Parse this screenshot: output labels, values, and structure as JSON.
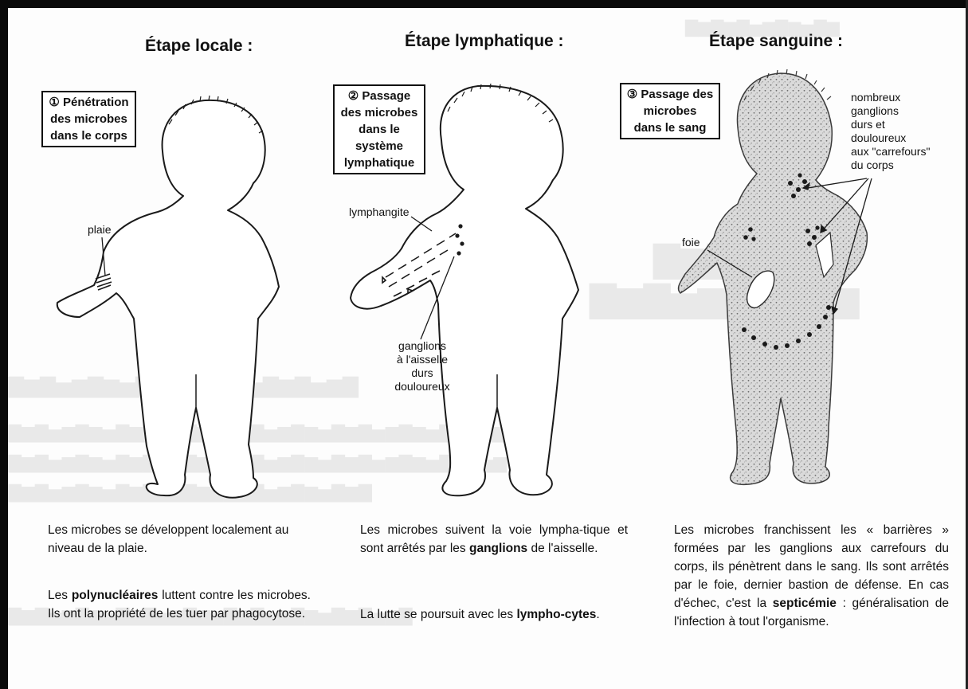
{
  "stages": [
    {
      "title": "Étape locale :",
      "box_lines": [
        "① Pénétration",
        "des microbes",
        "dans le corps"
      ],
      "labels": {
        "wound": "plaie"
      },
      "desc_1": "Les microbes se développent localement au niveau de la plaie.",
      "desc_2": {
        "a": "Les ",
        "b": "polynucléaires",
        "c": " luttent contre les microbes. Ils ont la propriété de les tuer par phagocytose."
      }
    },
    {
      "title": "Étape lymphatique :",
      "box_lines": [
        "② Passage",
        "des microbes",
        "dans le système",
        "lymphatique"
      ],
      "labels": {
        "vessel": "lymphangite",
        "nodes": [
          "ganglions",
          "à l'aisselle",
          "durs",
          "douloureux"
        ]
      },
      "desc_1": {
        "a": "Les microbes suivent la voie lympha-tique et sont arrêtés par les ",
        "b": "ganglions",
        "c": " de l'aisselle."
      },
      "desc_2": {
        "a": "La lutte se poursuit avec les ",
        "b": "lympho-cytes",
        "c": "."
      }
    },
    {
      "title": "Étape sanguine :",
      "box_lines": [
        "③ Passage des",
        "microbes",
        "dans le sang"
      ],
      "labels": {
        "nodes": [
          "nombreux",
          "ganglions",
          "durs et",
          "douloureux",
          "aux \"carrefours\"",
          "du corps"
        ],
        "liver": "foie"
      },
      "desc": {
        "a": "Les microbes franchissent les « barrières » formées par les ganglions aux carrefours du corps, ils pénètrent dans le sang. Ils sont arrêtés par le foie, dernier bastion de défense. En cas d'échec, c'est la ",
        "b": "septicémie",
        "c": " : généralisation de l'infection à tout l'organisme."
      }
    }
  ]
}
